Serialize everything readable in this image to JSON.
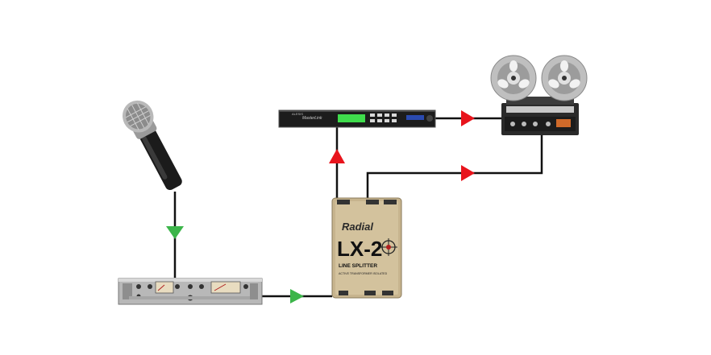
{
  "diagram": {
    "devices": {
      "microphone": {
        "kind": "dynamic microphone"
      },
      "preamp": {
        "kind": "rack preamp"
      },
      "signal_processor": {
        "kind": "rack effects unit",
        "brand": "ALESIS",
        "model": "MasterLink"
      },
      "splitter": {
        "brand": "Radial",
        "model": "LX-2",
        "name": "LINE SPLITTER",
        "subtitle": "ACTIVE TRANSFORMER ISOLATED"
      },
      "tape_machine": {
        "kind": "reel-to-reel tape recorder"
      }
    },
    "connections": [
      {
        "from": "microphone",
        "to": "preamp",
        "arrow_color": "#3cb54a"
      },
      {
        "from": "preamp",
        "to": "splitter",
        "arrow_color": "#3cb54a"
      },
      {
        "from": "splitter",
        "to": "signal_processor",
        "arrow_color": "#e8141c"
      },
      {
        "from": "signal_processor",
        "to": "tape_machine",
        "arrow_color": "#e8141c"
      },
      {
        "from": "splitter",
        "to": "tape_machine",
        "arrow_color": "#e8141c"
      }
    ],
    "colors": {
      "wire": "#111111",
      "green_arrow": "#3cb54a",
      "red_arrow": "#e8141c"
    }
  }
}
